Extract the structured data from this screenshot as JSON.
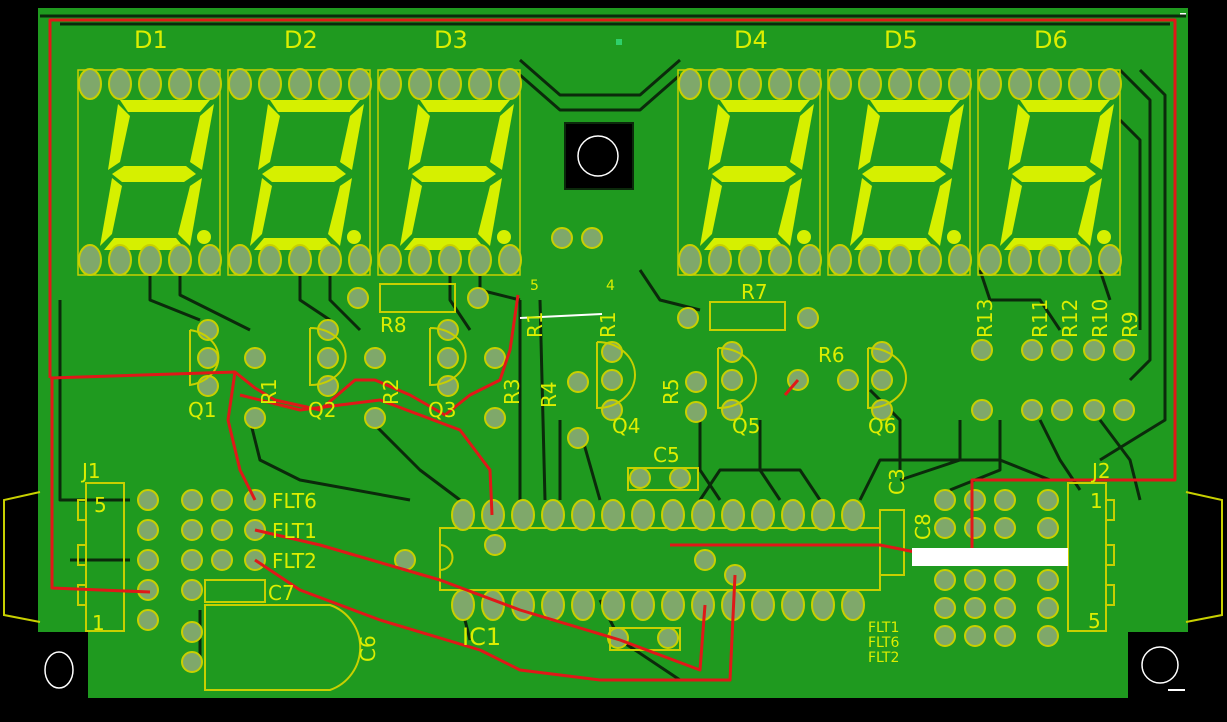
{
  "colors": {
    "background": "#000000",
    "board": "#1f9a1f",
    "trace": "#0b2a0b",
    "pad_ring": "#c8d000",
    "pad_hole": "#7fa86a",
    "silkscreen": "#dcee00",
    "digit_segment": "#d6f000",
    "red_wire": "#e01818",
    "white_mark": "#ffffff"
  },
  "displays": [
    {
      "label": "D1"
    },
    {
      "label": "D2"
    },
    {
      "label": "D3"
    },
    {
      "label": "D4"
    },
    {
      "label": "D5"
    },
    {
      "label": "D6"
    }
  ],
  "transistors": [
    {
      "label": "Q1"
    },
    {
      "label": "Q2"
    },
    {
      "label": "Q3"
    },
    {
      "label": "Q4"
    },
    {
      "label": "Q5"
    },
    {
      "label": "Q6"
    }
  ],
  "resistors": {
    "r1": "R1",
    "r2": "R2",
    "r3": "R3",
    "r4": "R4",
    "r5": "R5",
    "r6": "R6",
    "r7": "R7",
    "r8": "R8",
    "r9": "R9",
    "r10": "R10",
    "r11": "R11",
    "r12": "R12",
    "r13": "R13",
    "r1_top": "R1",
    "r1_top2": "R1"
  },
  "capacitors": {
    "c3": "C3",
    "c5": "C5",
    "c6": "C6",
    "c7": "C7",
    "c8": "C8"
  },
  "ic": {
    "label": "IC1"
  },
  "connectors": {
    "j1": {
      "label": "J1",
      "pin_first": "5",
      "pin_last": "1"
    },
    "j2": {
      "label": "J2",
      "pin_first": "1",
      "pin_last": "5"
    }
  },
  "flt_labels": {
    "flt6": "FLT6",
    "flt1": "FLT1",
    "flt2": "FLT2"
  },
  "misc_numbers": {
    "n5": "5",
    "n4": "4"
  }
}
